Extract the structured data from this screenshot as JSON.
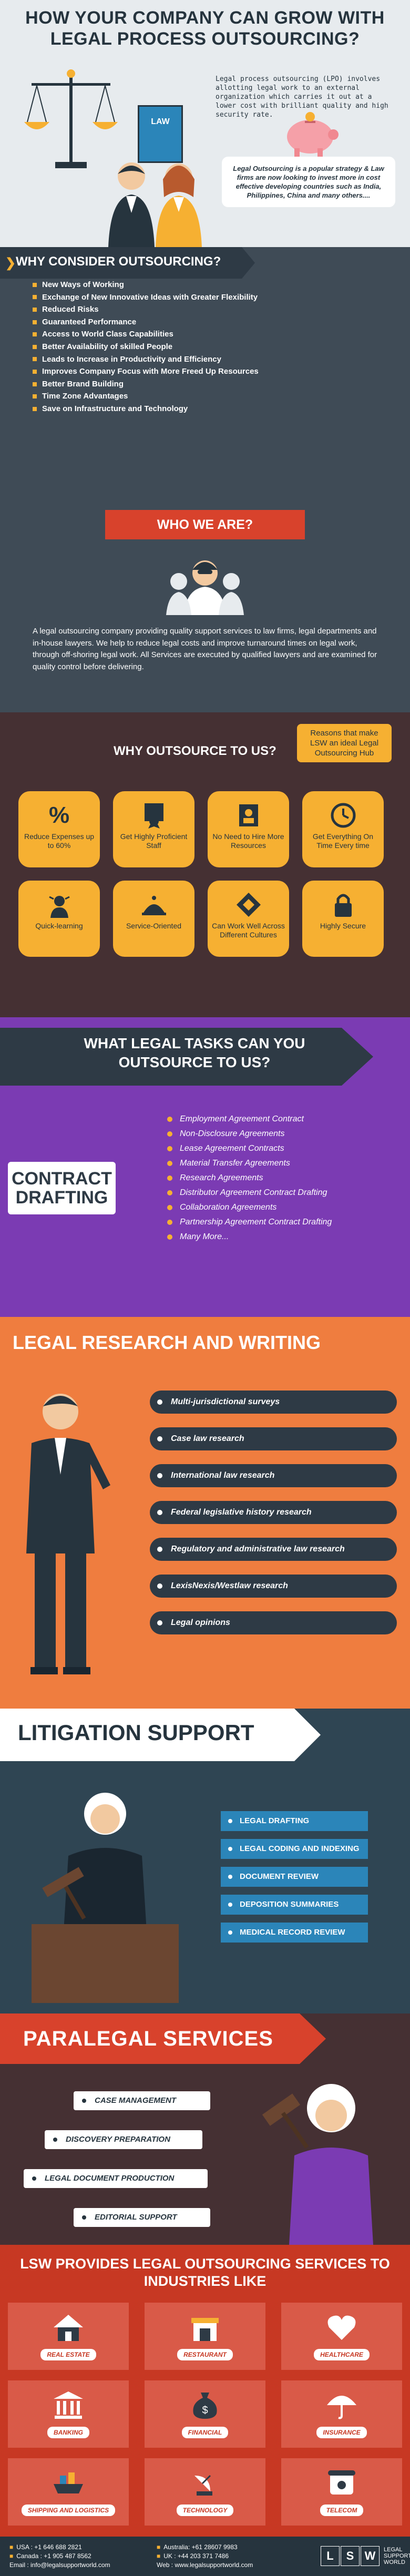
{
  "header": {
    "title": "How your company can grow with legal process outsourcing?",
    "law_book_label": "LAW",
    "intro": "Legal process outsourcing (LPO) involves allotting legal work to an external organization which carries it out at a lower cost with brilliant quality and high security rate.",
    "quote": "Legal Outsourcing is a popular strategy & Law firms are now looking to invest more in cost effective developing countries such as India, Philippines, China and many others....",
    "colors": {
      "background": "#e7ebee",
      "dark": "#26343e",
      "accent": "#f6b032"
    }
  },
  "why_consider": {
    "title": "WHY CONSIDER OUTSOURCING?",
    "items": [
      "New Ways of Working",
      "Exchange of New Innovative Ideas with Greater Flexibility",
      "Reduced Risks",
      "Guaranteed Performance",
      "Access to World Class Capabilities",
      "Better Availability of skilled People",
      "Leads to Increase in Productivity and Efficiency",
      "Improves Company Focus with More Freed Up Resources",
      "Better Brand Building",
      "Time Zone Advantages",
      "Save on Infrastructure and Technology"
    ]
  },
  "who_we_are": {
    "title": "WHO WE ARE?",
    "text": "A legal outsourcing company providing quality support services to law firms, legal departments and in-house lawyers. We help to reduce legal costs and improve turnaround times on legal work, through off-shoring legal work. All Services are executed by qualified lawyers and are examined for quality control before delivering."
  },
  "why_us": {
    "title": "WHY OUTSOURCE TO US?",
    "callout": "Reasons that make LSW an ideal Legal Outsourcing Hub",
    "percent_symbol": "%",
    "cards": [
      {
        "label": "Reduce Expenses up to 60%",
        "icon": "percent-icon"
      },
      {
        "label": "Get Highly Proficient Staff",
        "icon": "certificate-icon"
      },
      {
        "label": "No Need to Hire More Resources",
        "icon": "no-hire-icon"
      },
      {
        "label": "Get Everything On Time Every time",
        "icon": "clock-icon"
      },
      {
        "label": "Quick-learning",
        "icon": "brain-icon"
      },
      {
        "label": "Service-Oriented",
        "icon": "service-icon"
      },
      {
        "label": "Can Work Well Across Different Cultures",
        "icon": "culture-icon"
      },
      {
        "label": "Highly Secure",
        "icon": "lock-icon"
      }
    ]
  },
  "tasks": {
    "title": "WHAT LEGAL TASKS CAN YOU OUTSOURCE TO US?",
    "highlight_line1": "CONTRACT",
    "highlight_line2": "DRAFTING",
    "items": [
      "Employment Agreement Contract",
      "Non-Disclosure Agreements",
      "Lease Agreement Contracts",
      "Material Transfer Agreements",
      "Research Agreements",
      "Distributor Agreement Contract Drafting",
      "Collaboration Agreements",
      "Partnership Agreement Contract Drafting",
      "Many More..."
    ]
  },
  "research": {
    "title": "LEGAL RESEARCH AND WRITING",
    "items": [
      "Multi-jurisdictional surveys",
      "Case law research",
      "International law research",
      "Federal legislative history research",
      "Regulatory and administrative law research",
      "LexisNexis/Westlaw research",
      "Legal opinions"
    ]
  },
  "litigation": {
    "title": "LITIGATION SUPPORT",
    "items": [
      "LEGAL DRAFTING",
      "LEGAL CODING AND INDEXING",
      "DOCUMENT REVIEW",
      "DEPOSITION SUMMARIES",
      "MEDICAL RECORD REVIEW"
    ]
  },
  "paralegal": {
    "title": "PARALEGAL SERVICES",
    "items": [
      "CASE MANAGEMENT",
      "DISCOVERY PREPARATION",
      "LEGAL DOCUMENT PRODUCTION",
      "EDITORIAL SUPPORT"
    ]
  },
  "industries": {
    "title": "LSW PROVIDES LEGAL OUTSOURCING SERVICES TO INDUSTRIES LIKE",
    "bank_sign": "$",
    "items": [
      {
        "label": "REAL ESTATE",
        "icon": "house-icon"
      },
      {
        "label": "RESTAURANT",
        "icon": "restaurant-icon"
      },
      {
        "label": "HEALTHCARE",
        "icon": "heart-icon"
      },
      {
        "label": "BANKING",
        "icon": "bank-icon"
      },
      {
        "label": "FINANCIAL",
        "icon": "money-bag-icon"
      },
      {
        "label": "INSURANCE",
        "icon": "umbrella-icon"
      },
      {
        "label": "SHIPPING AND LOGISTICS",
        "icon": "ship-icon"
      },
      {
        "label": "TECHNOLOGY",
        "icon": "satellite-icon"
      },
      {
        "label": "TELECOM",
        "icon": "phone-icon"
      }
    ]
  },
  "footer": {
    "contacts": [
      [
        "USA : +1 646 688 2821",
        "Australia: +61 28607 9983"
      ],
      [
        "Canada : +1 905 487 8562",
        "UK : +44 203 371 7486"
      ],
      [
        "Email : info@legalsupportworld.com",
        "Web : www.legalsupportworld.com"
      ]
    ],
    "logo_letters": [
      "L",
      "S",
      "W"
    ],
    "logo_text": "LEGAL SUPPORT WORLD"
  }
}
